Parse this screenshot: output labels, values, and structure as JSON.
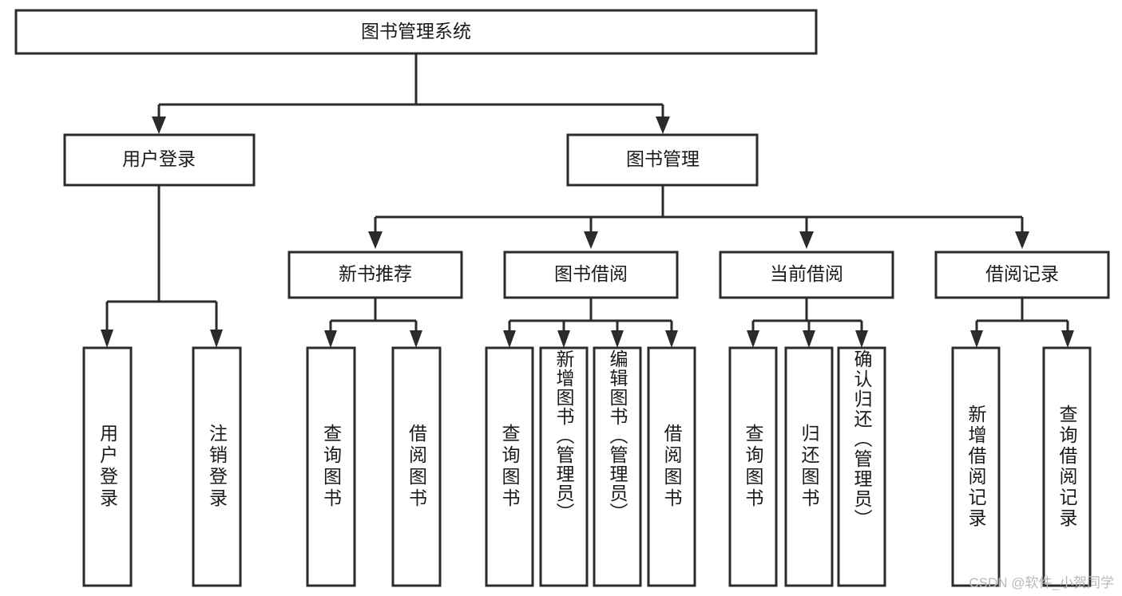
{
  "diagram": {
    "type": "tree-hierarchy",
    "title_node": "图书管理系统",
    "watermark": "CSDN @软件_小贺同学",
    "colors": {
      "stroke": "#2b2b2b",
      "fill": "#ffffff",
      "text": "#1a1a1a",
      "watermark": "#b9b9b9"
    },
    "levels": {
      "root": {
        "label": "图书管理系统"
      },
      "level2": [
        {
          "label": "用户登录"
        },
        {
          "label": "图书管理"
        }
      ],
      "level3": [
        {
          "label": "新书推荐"
        },
        {
          "label": "图书借阅"
        },
        {
          "label": "当前借阅"
        },
        {
          "label": "借阅记录"
        }
      ],
      "leaves": {
        "user_login": [
          {
            "label": "用户登录"
          },
          {
            "label": "注销登录"
          }
        ],
        "new_book_recommend": [
          {
            "label": "查询图书"
          },
          {
            "label": "借阅图书"
          }
        ],
        "book_borrow": [
          {
            "label": "查询图书"
          },
          {
            "label": "新增图书（管理员）"
          },
          {
            "label": "编辑图书（管理员）"
          },
          {
            "label": "借阅图书"
          }
        ],
        "current_borrow": [
          {
            "label": "查询图书"
          },
          {
            "label": "归还图书"
          },
          {
            "label": "确认归还（管理员）"
          }
        ],
        "borrow_record": [
          {
            "label": "新增借阅记录"
          },
          {
            "label": "查询借阅记录"
          }
        ]
      }
    }
  }
}
